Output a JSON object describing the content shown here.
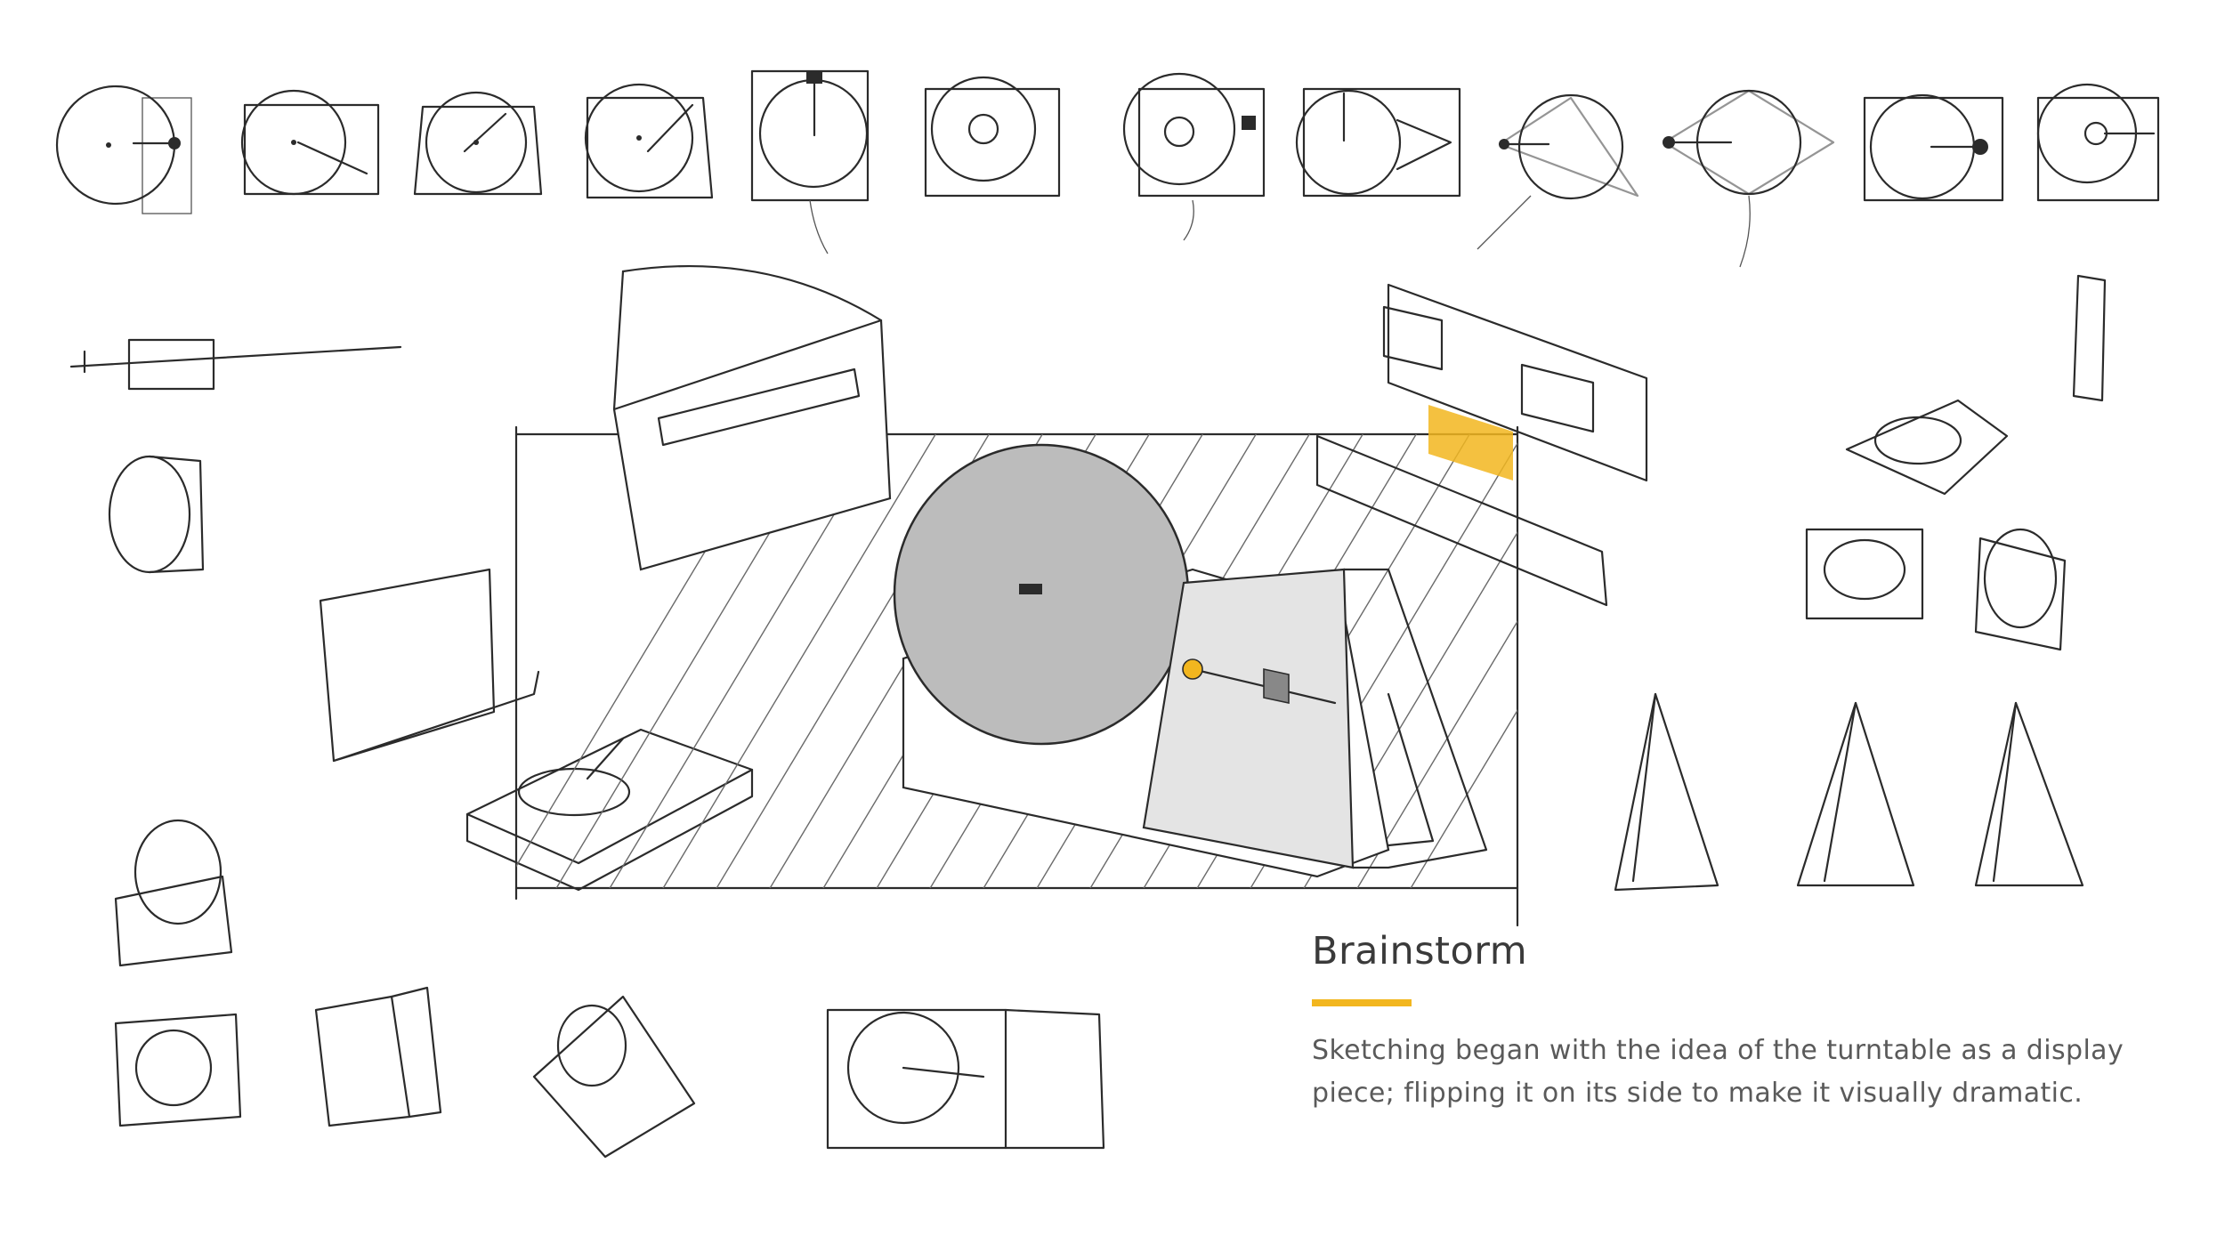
{
  "caption": {
    "title": "Brainstorm",
    "body": "Sketching began with the idea of the turntable as a display piece; flipping it on its side to make it visually dramatic."
  },
  "colors": {
    "background": "#ffffff",
    "accent": "#f2b61f",
    "title": "#3a3a3a",
    "body": "#5a5a5a",
    "platter_fill": "#bcbcbc",
    "stroke": "#2b2b2b"
  },
  "icons": [
    "turntable-thumbnail-sketch",
    "tonearm-sketch",
    "hinged-lid-sketch",
    "wall-bracket-sketch",
    "a-frame-stand-sketch"
  ]
}
